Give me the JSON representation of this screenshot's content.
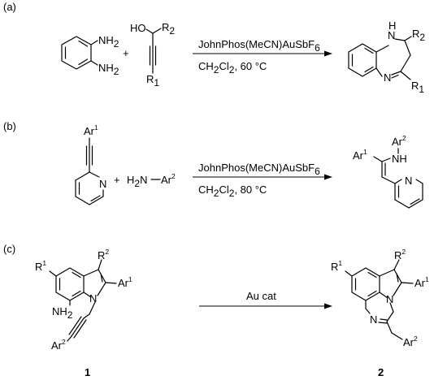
{
  "panels": [
    {
      "label": "(a)",
      "r1": "NH",
      "r1_sub": "2",
      "r2": "NH",
      "r2_sub": "2",
      "plus": "+",
      "ho": "HO",
      "r2_sym": "R",
      "r2_sym_sub": "2",
      "r1_sym": "R",
      "r1_sym_sub": "1",
      "reagent": "JohnPhos(MeCN)AuSbF",
      "reagent_sub": "6",
      "conditions_pre": "CH",
      "conditions_sub1": "2",
      "conditions_mid": "Cl",
      "conditions_sub2": "2",
      "conditions_post": ", 60 °C",
      "product_nh": "N",
      "product_h": "H",
      "product_n": "N",
      "product_r2": "R",
      "product_r2_sub": "2",
      "product_r1": "R",
      "product_r1_sub": "1"
    },
    {
      "label": "(b)",
      "ar": "Ar",
      "ar_sup": "1",
      "pyr_n": "N",
      "plus": "+",
      "amine_pre": "H",
      "amine_sub": "2",
      "amine_post": "N",
      "amine_ar": "Ar",
      "amine_ar_sup": "2",
      "reagent": "JohnPhos(MeCN)AuSbF",
      "reagent_sub": "6",
      "conditions_pre": "CH",
      "conditions_sub1": "2",
      "conditions_mid": "Cl",
      "conditions_sub2": "2",
      "conditions_post": ", 80 °C",
      "product_ar1": "Ar",
      "product_ar1_sup": "1",
      "product_nh": "NH",
      "product_ar2": "Ar",
      "product_ar2_sup": "2",
      "product_pyr_n": "N"
    },
    {
      "label": "(c)",
      "r1": "R",
      "r1_sup": "1",
      "r2": "R",
      "r2_sup": "2",
      "ar1": "Ar",
      "ar1_sup": "1",
      "n": "N",
      "nh2": "NH",
      "nh2_sub": "2",
      "ar2": "Ar",
      "ar2_sup": "2",
      "reagent": "Au cat",
      "p_r1": "R",
      "p_r1_sup": "1",
      "p_r2": "R",
      "p_r2_sup": "2",
      "p_ar1": "Ar",
      "p_ar1_sup": "1",
      "p_n_ring": "N",
      "p_n_imine": "N",
      "p_ar2": "Ar",
      "p_ar2_sup": "2",
      "compound_1": "1",
      "compound_2": "2"
    }
  ]
}
